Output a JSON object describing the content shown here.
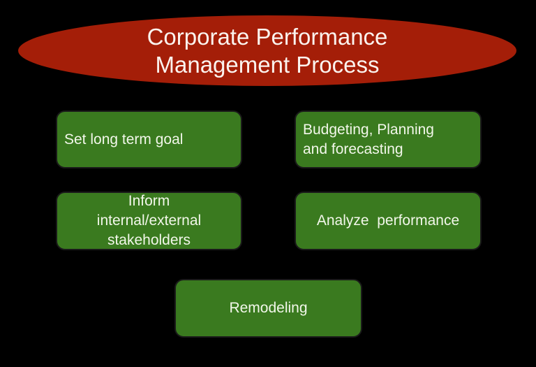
{
  "title": {
    "line1": "Corporate Performance",
    "line2": "Management Process"
  },
  "steps": [
    {
      "id": "set-long-term-goal",
      "label": "Set long term goal"
    },
    {
      "id": "budgeting-planning-forecasting",
      "line1": "Budgeting, Planning",
      "line2": "and forecasting"
    },
    {
      "id": "inform-stakeholders",
      "line1": "Inform",
      "line2": "internal/external",
      "line3": "stakeholders"
    },
    {
      "id": "analyze-performance",
      "label": "Analyze  performance"
    },
    {
      "id": "remodeling",
      "label": "Remodeling"
    }
  ],
  "colors": {
    "background": "#000000",
    "title_ellipse": "#A41E08",
    "step_box": "#3A7A1F",
    "text": "#F2F7EA"
  }
}
